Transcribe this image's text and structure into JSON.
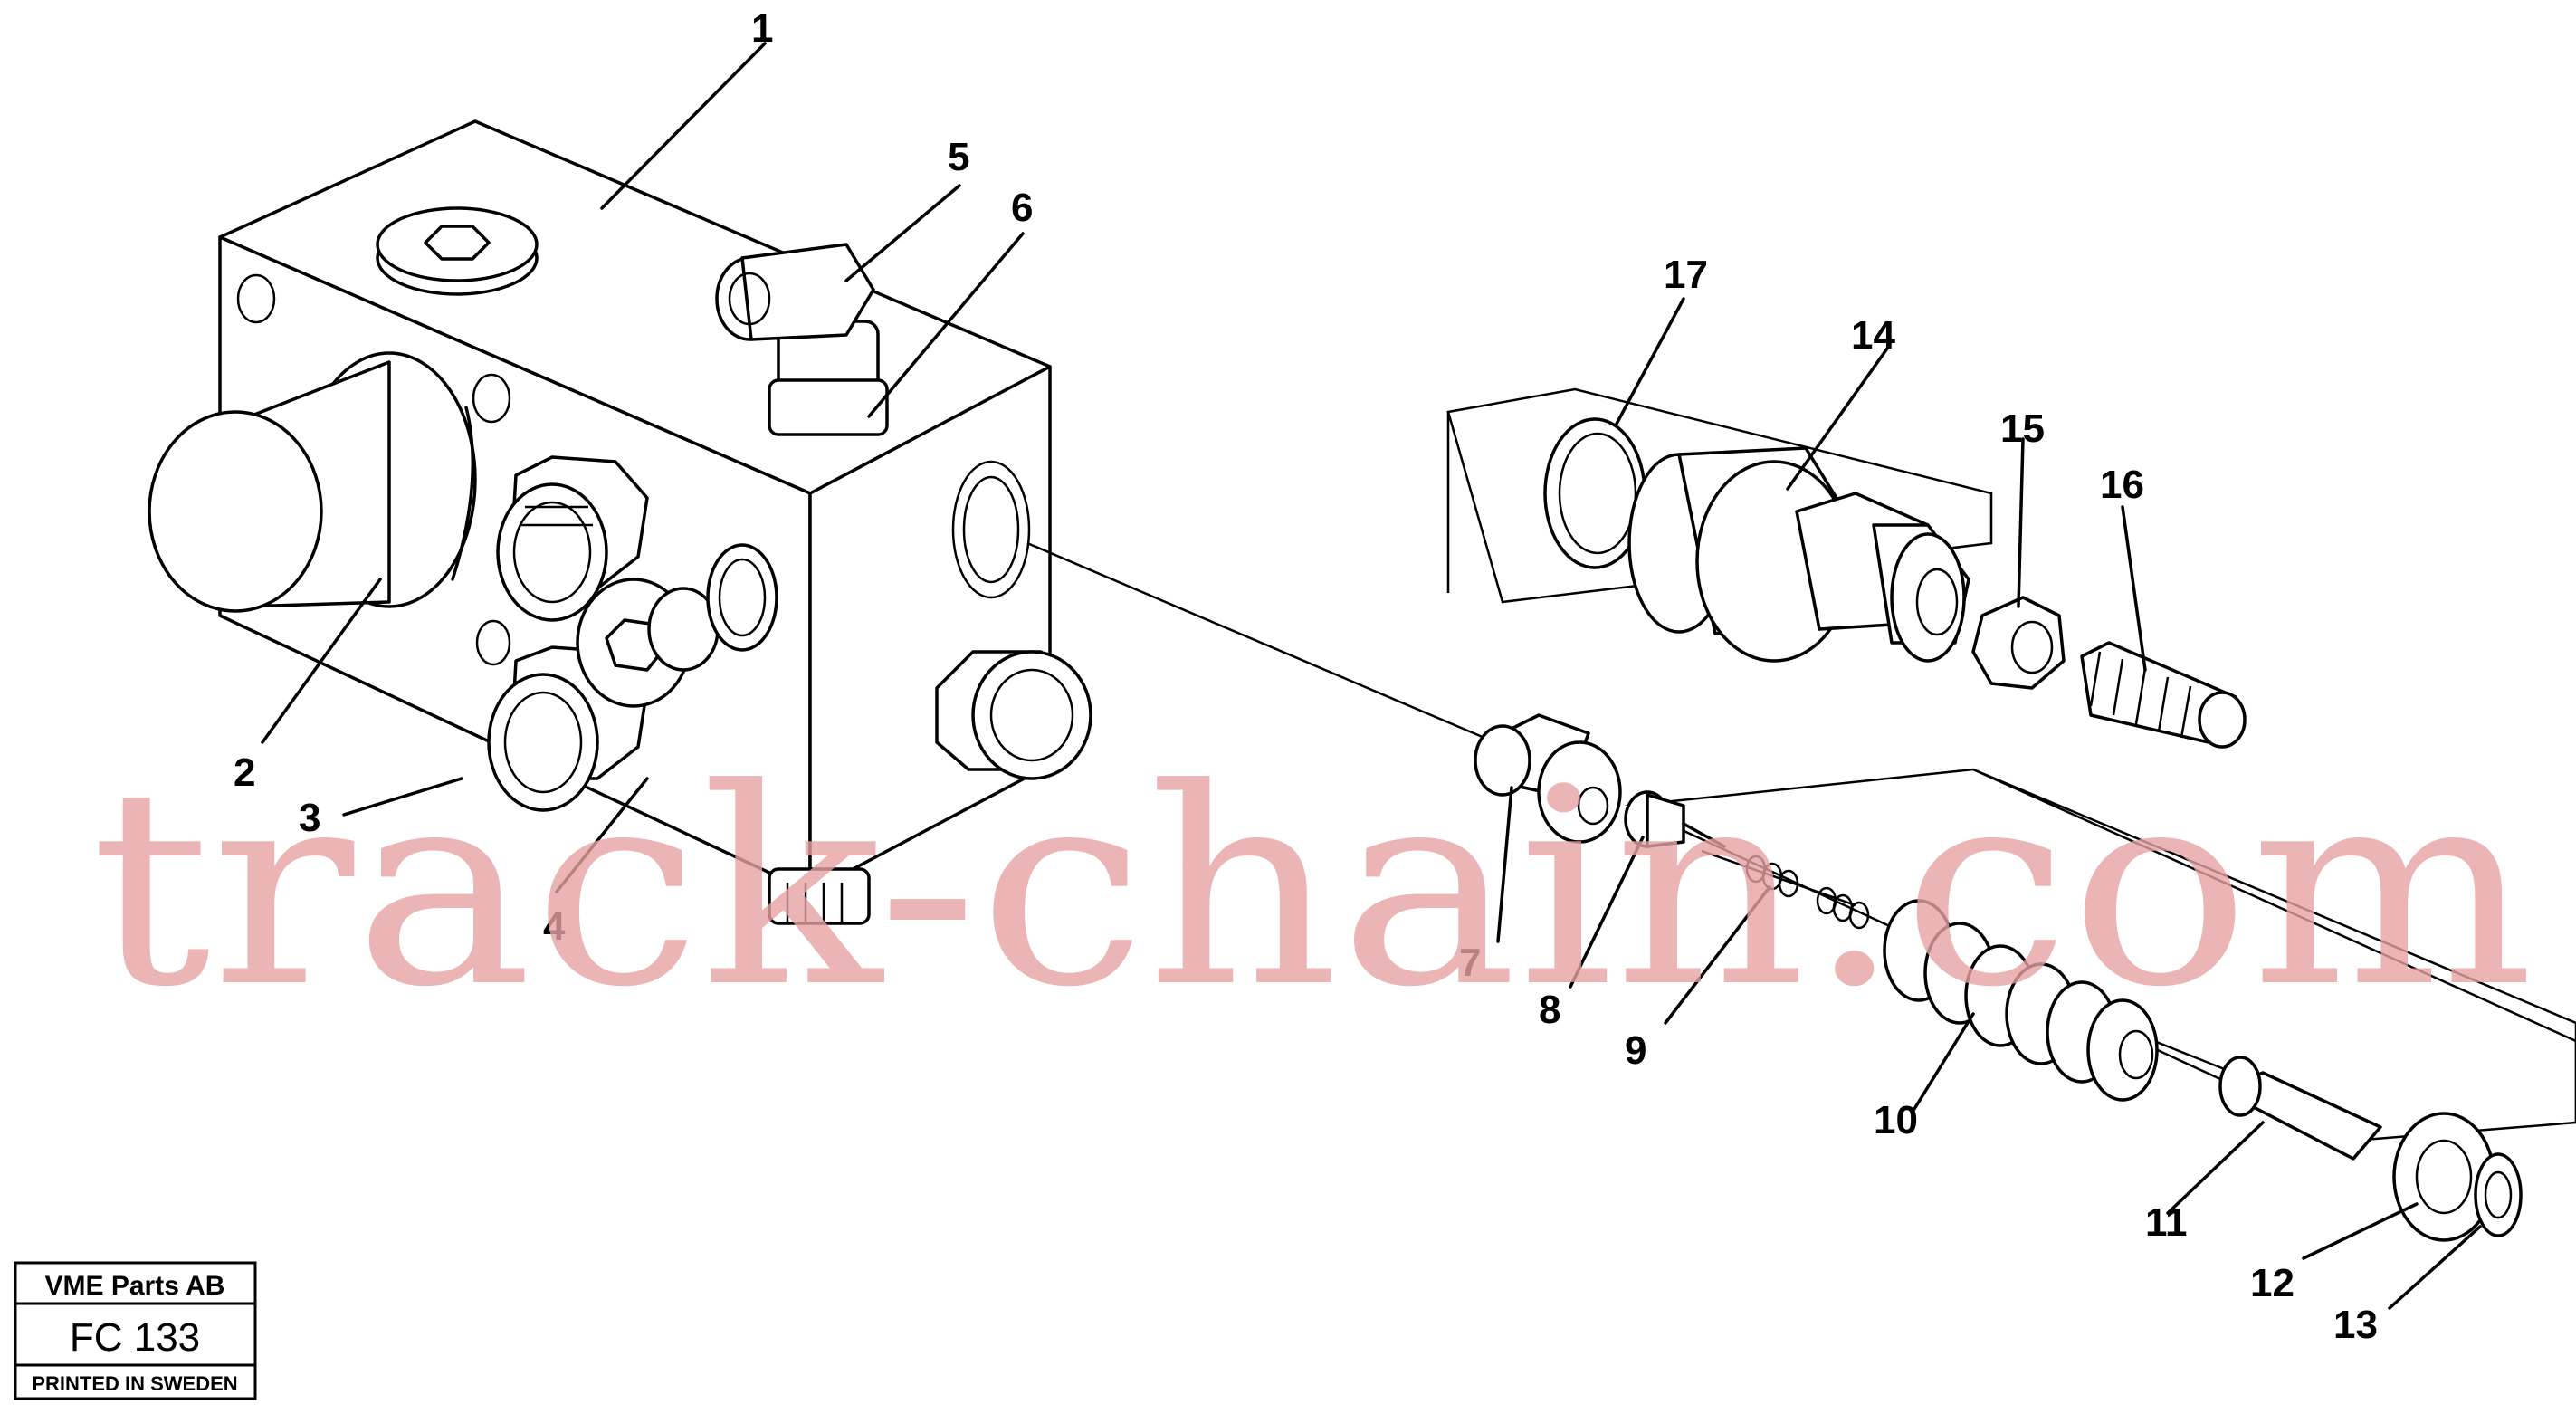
{
  "callouts": [
    "1",
    "2",
    "3",
    "4",
    "5",
    "6",
    "7",
    "8",
    "9",
    "10",
    "11",
    "12",
    "13",
    "14",
    "15",
    "16",
    "17"
  ],
  "title_block": {
    "company": "VME Parts AB",
    "code": "FC 133",
    "footer": "PRINTED IN SWEDEN"
  },
  "watermark": "track-chain.com"
}
